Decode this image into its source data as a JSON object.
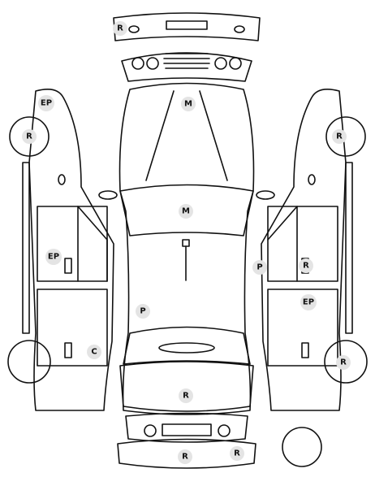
{
  "labels": {
    "rear_bumper_top": "R",
    "hood": "M",
    "windshield": "M",
    "left_fender_front": "EP",
    "left_front_wheel": "R",
    "left_front_door": "EP",
    "left_rear_quarter": "C",
    "roof": "P",
    "right_front_wheel": "R",
    "right_front_pillar": "P",
    "right_front_door": "R",
    "right_rear_door": "EP",
    "right_rear_wheel": "R",
    "trunk": "R",
    "front_bumper_left": "R",
    "front_bumper_right": "R"
  },
  "icons": {
    "fuel_cap": "fuel-cap-icon",
    "antenna": "antenna-icon",
    "spare_wheel": "spare-wheel-icon"
  },
  "colors": {
    "outline": "#111111",
    "badge": "#e4e4e4"
  }
}
